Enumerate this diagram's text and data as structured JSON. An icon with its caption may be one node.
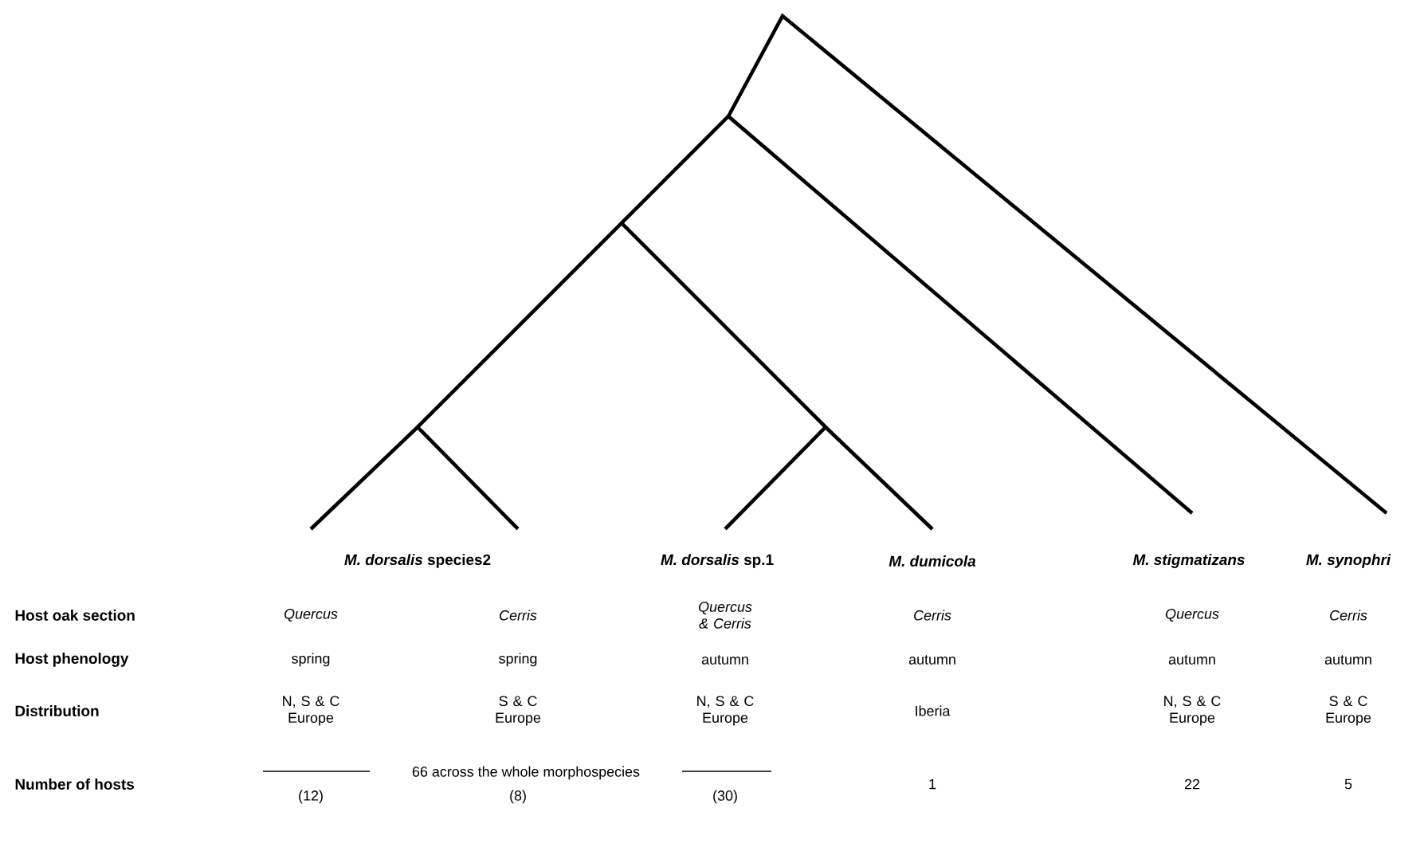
{
  "diagram": {
    "labels": [
      "*M. dorsalis* species2",
      "*M. dorsalis* sp.1",
      "M. dumicola",
      "M. stigmatizans",
      "M. synophri",
      "Host oak section",
      "Quercus",
      "Cerris",
      "Quercus & Cerris",
      "Cerris",
      "Quercus",
      "Cerris",
      "Host phenology",
      "spring",
      "spring",
      "autumn",
      "autumn",
      "autumn",
      "autumn",
      "Distribution",
      "N, S & C Europe",
      "S & C Europe",
      "N, S & C Europe",
      "Iberia",
      "N, S & C Europe",
      "S & C Europe",
      "Number of hosts",
      "66 across the whole morphospecies",
      "1",
      "22",
      "5",
      "(12)",
      "(8)",
      "(30)"
    ]
  }
}
